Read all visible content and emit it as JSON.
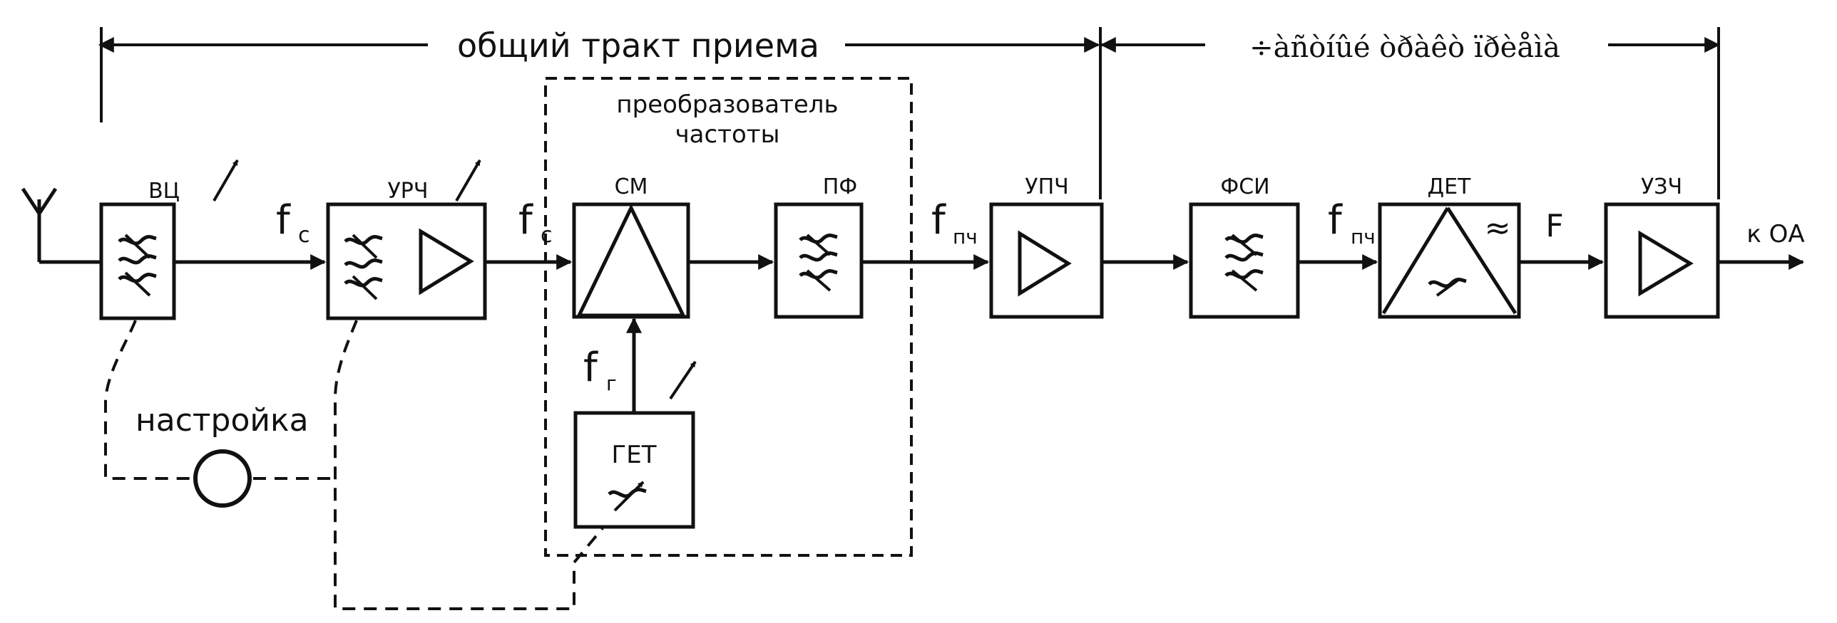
{
  "header": {
    "common_path": "общий тракт приема",
    "individual_path": "÷àñòíûé òðàêò ïðèåìà"
  },
  "blocks": {
    "vts": "ВЦ",
    "urch": "УРЧ",
    "mixer": "СМ",
    "bandpass": "ПФ",
    "upch": "УПЧ",
    "fsi": "ФСИ",
    "det": "ДЕТ",
    "uzch": "УЗЧ",
    "lo": "ГЕТ"
  },
  "converter_label": {
    "line1": "преобразователь",
    "line2": "частоты"
  },
  "signals": {
    "fc_main": "f",
    "fc_sub": "c",
    "fpch_main": "f",
    "fpch_sub": "пч",
    "fg_main": "f",
    "fg_sub": "г",
    "F": "F",
    "output": "к ОА",
    "det_symbol": "≈"
  },
  "tuning_label": "настройка",
  "colors": {
    "ink": "#111111",
    "background": "#ffffff"
  }
}
